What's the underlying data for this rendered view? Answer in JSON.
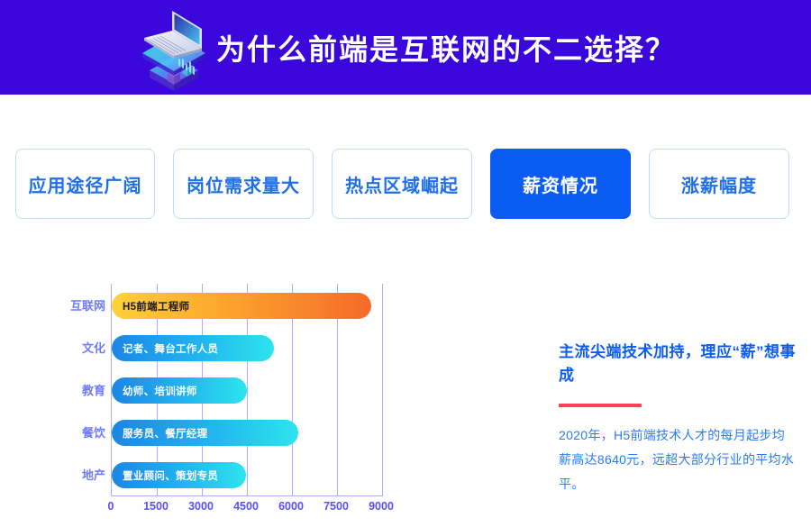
{
  "header": {
    "title": "为什么前端是互联网的不二选择？",
    "background_color": "#3B07DD",
    "illustration_name": "laptop-isometric-illustration"
  },
  "tabs": {
    "items": [
      {
        "label": "应用途径广阔",
        "active": false
      },
      {
        "label": "岗位需求量大",
        "active": false
      },
      {
        "label": "热点区域崛起",
        "active": false
      },
      {
        "label": "薪资情况",
        "active": true
      },
      {
        "label": "涨薪幅度",
        "active": false
      }
    ],
    "active_color": "#0B5CF5",
    "inactive_text_color": "#1F6FEB",
    "inactive_border_color": "#BFDBFD"
  },
  "panel": {
    "heading": "主流尖端技术加持，理应“薪”想事成",
    "rule_color": "#FB4257",
    "body": "2020年，H5前端技术人才的每月起步均薪高达8640元，远超大部分行业的平均水平。",
    "heading_color": "#0B5CF5",
    "body_color": "#2C7BF2"
  },
  "chart_data": {
    "type": "bar",
    "orientation": "horizontal",
    "title": "",
    "xlabel": "",
    "ylabel": "",
    "xlim": [
      0,
      9000
    ],
    "grid": true,
    "legend": "none",
    "xticks": [
      0,
      1500,
      3000,
      4500,
      6000,
      7500,
      9000
    ],
    "xtick_labels": [
      "0",
      "1500",
      "3000",
      "4500",
      "6000",
      "7500",
      "9000"
    ],
    "categories": [
      "互联网",
      "文化",
      "教育",
      "餐饮",
      "地产"
    ],
    "values": [
      8640,
      5400,
      4500,
      6200,
      4480
    ],
    "bar_labels": [
      "H5前端工程师",
      "记者、舞台工作人员",
      "幼师、培训讲师",
      "服务员、餐厅经理",
      "置业顾问、策划专员"
    ],
    "bar_styles": [
      "primary",
      "blue",
      "blue",
      "blue",
      "blue"
    ],
    "colors": {
      "primary_gradient_start": "#FFD23A",
      "primary_gradient_end": "#F56A2A",
      "blue_gradient_start": "#1B86E6",
      "blue_gradient_end": "#2DE4EE",
      "grid_color": "#A8AEF9",
      "category_label_color": "#6E7BFB",
      "tick_label_color": "#5A4FF3"
    }
  }
}
